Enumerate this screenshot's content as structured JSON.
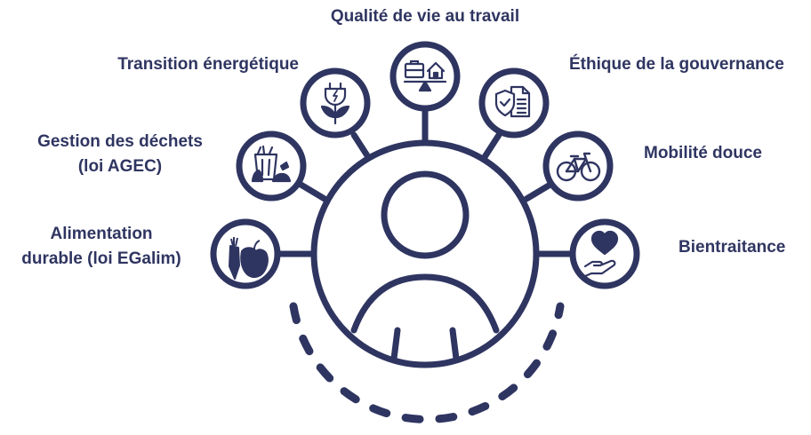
{
  "colors": {
    "primary": "#2f3561",
    "background": "#ffffff"
  },
  "labels": {
    "qualite": "Qualité de vie au travail",
    "transition": "Transition énergétique",
    "ethique": "Éthique de la gouvernance",
    "dechets_1": "Gestion des déchets",
    "dechets_2": "(loi AGEC)",
    "mobilite": "Mobilité douce",
    "alimentation_1": "Alimentation",
    "alimentation_2": "durable (loi EGalim)",
    "bientraitance": "Bientraitance"
  },
  "icons": {
    "center": "person-icon",
    "qualite": "work-life-balance-icon",
    "transition": "plug-plant-icon",
    "ethique": "shield-document-icon",
    "dechets": "waste-bin-icon",
    "mobilite": "bicycle-icon",
    "alimentation": "vegetables-icon",
    "bientraitance": "heart-hand-icon"
  }
}
